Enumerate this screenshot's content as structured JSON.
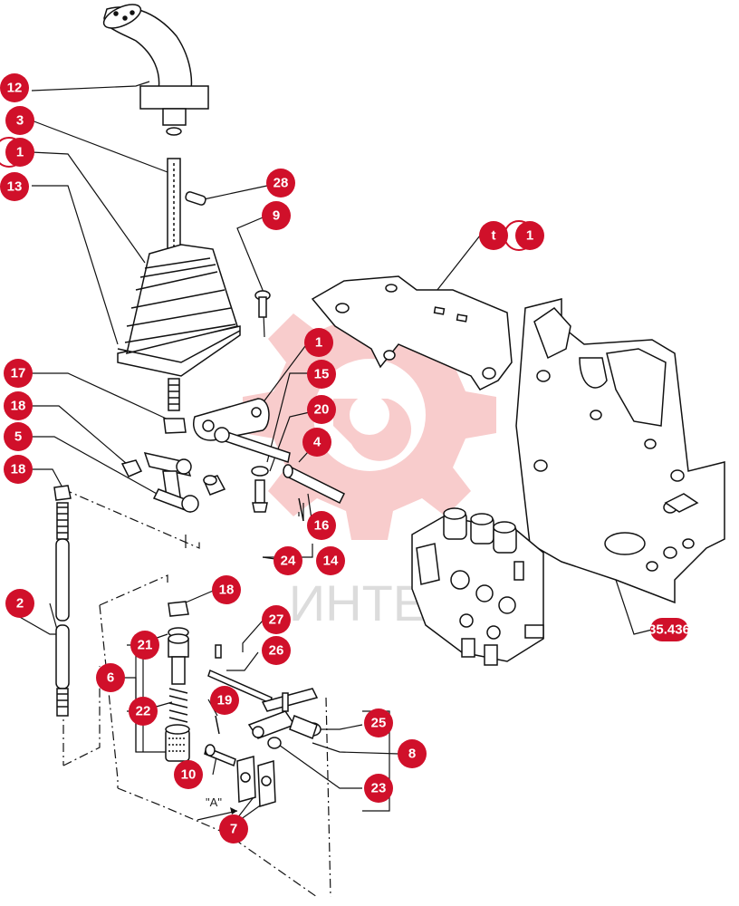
{
  "colors": {
    "callout": "#d0102a",
    "line": "#111111",
    "watermark": "#e84a4a"
  },
  "watermark": {
    "text": "ИНТЕ",
    "logo": "gear-wrench-logo"
  },
  "view_label": "\"A\"",
  "callouts": {
    "c12": "12",
    "c3": "3",
    "c1a": "1",
    "c13": "13",
    "c28": "28",
    "c9": "9",
    "c1b": "1",
    "c15": "15",
    "c20": "20",
    "c4": "4",
    "c16": "16",
    "c17": "17",
    "c18a": "18",
    "c5": "5",
    "c18b": "18",
    "c24": "24",
    "c14": "14",
    "c2": "2",
    "c18c": "18",
    "c27": "27",
    "c21": "21",
    "c26": "26",
    "c6": "6",
    "c22": "22",
    "c19": "19",
    "c25": "25",
    "c8": "8",
    "c10": "10",
    "c23": "23",
    "c7": "7",
    "ct_t": "t",
    "ct_1": "1",
    "c35": "35.436"
  }
}
